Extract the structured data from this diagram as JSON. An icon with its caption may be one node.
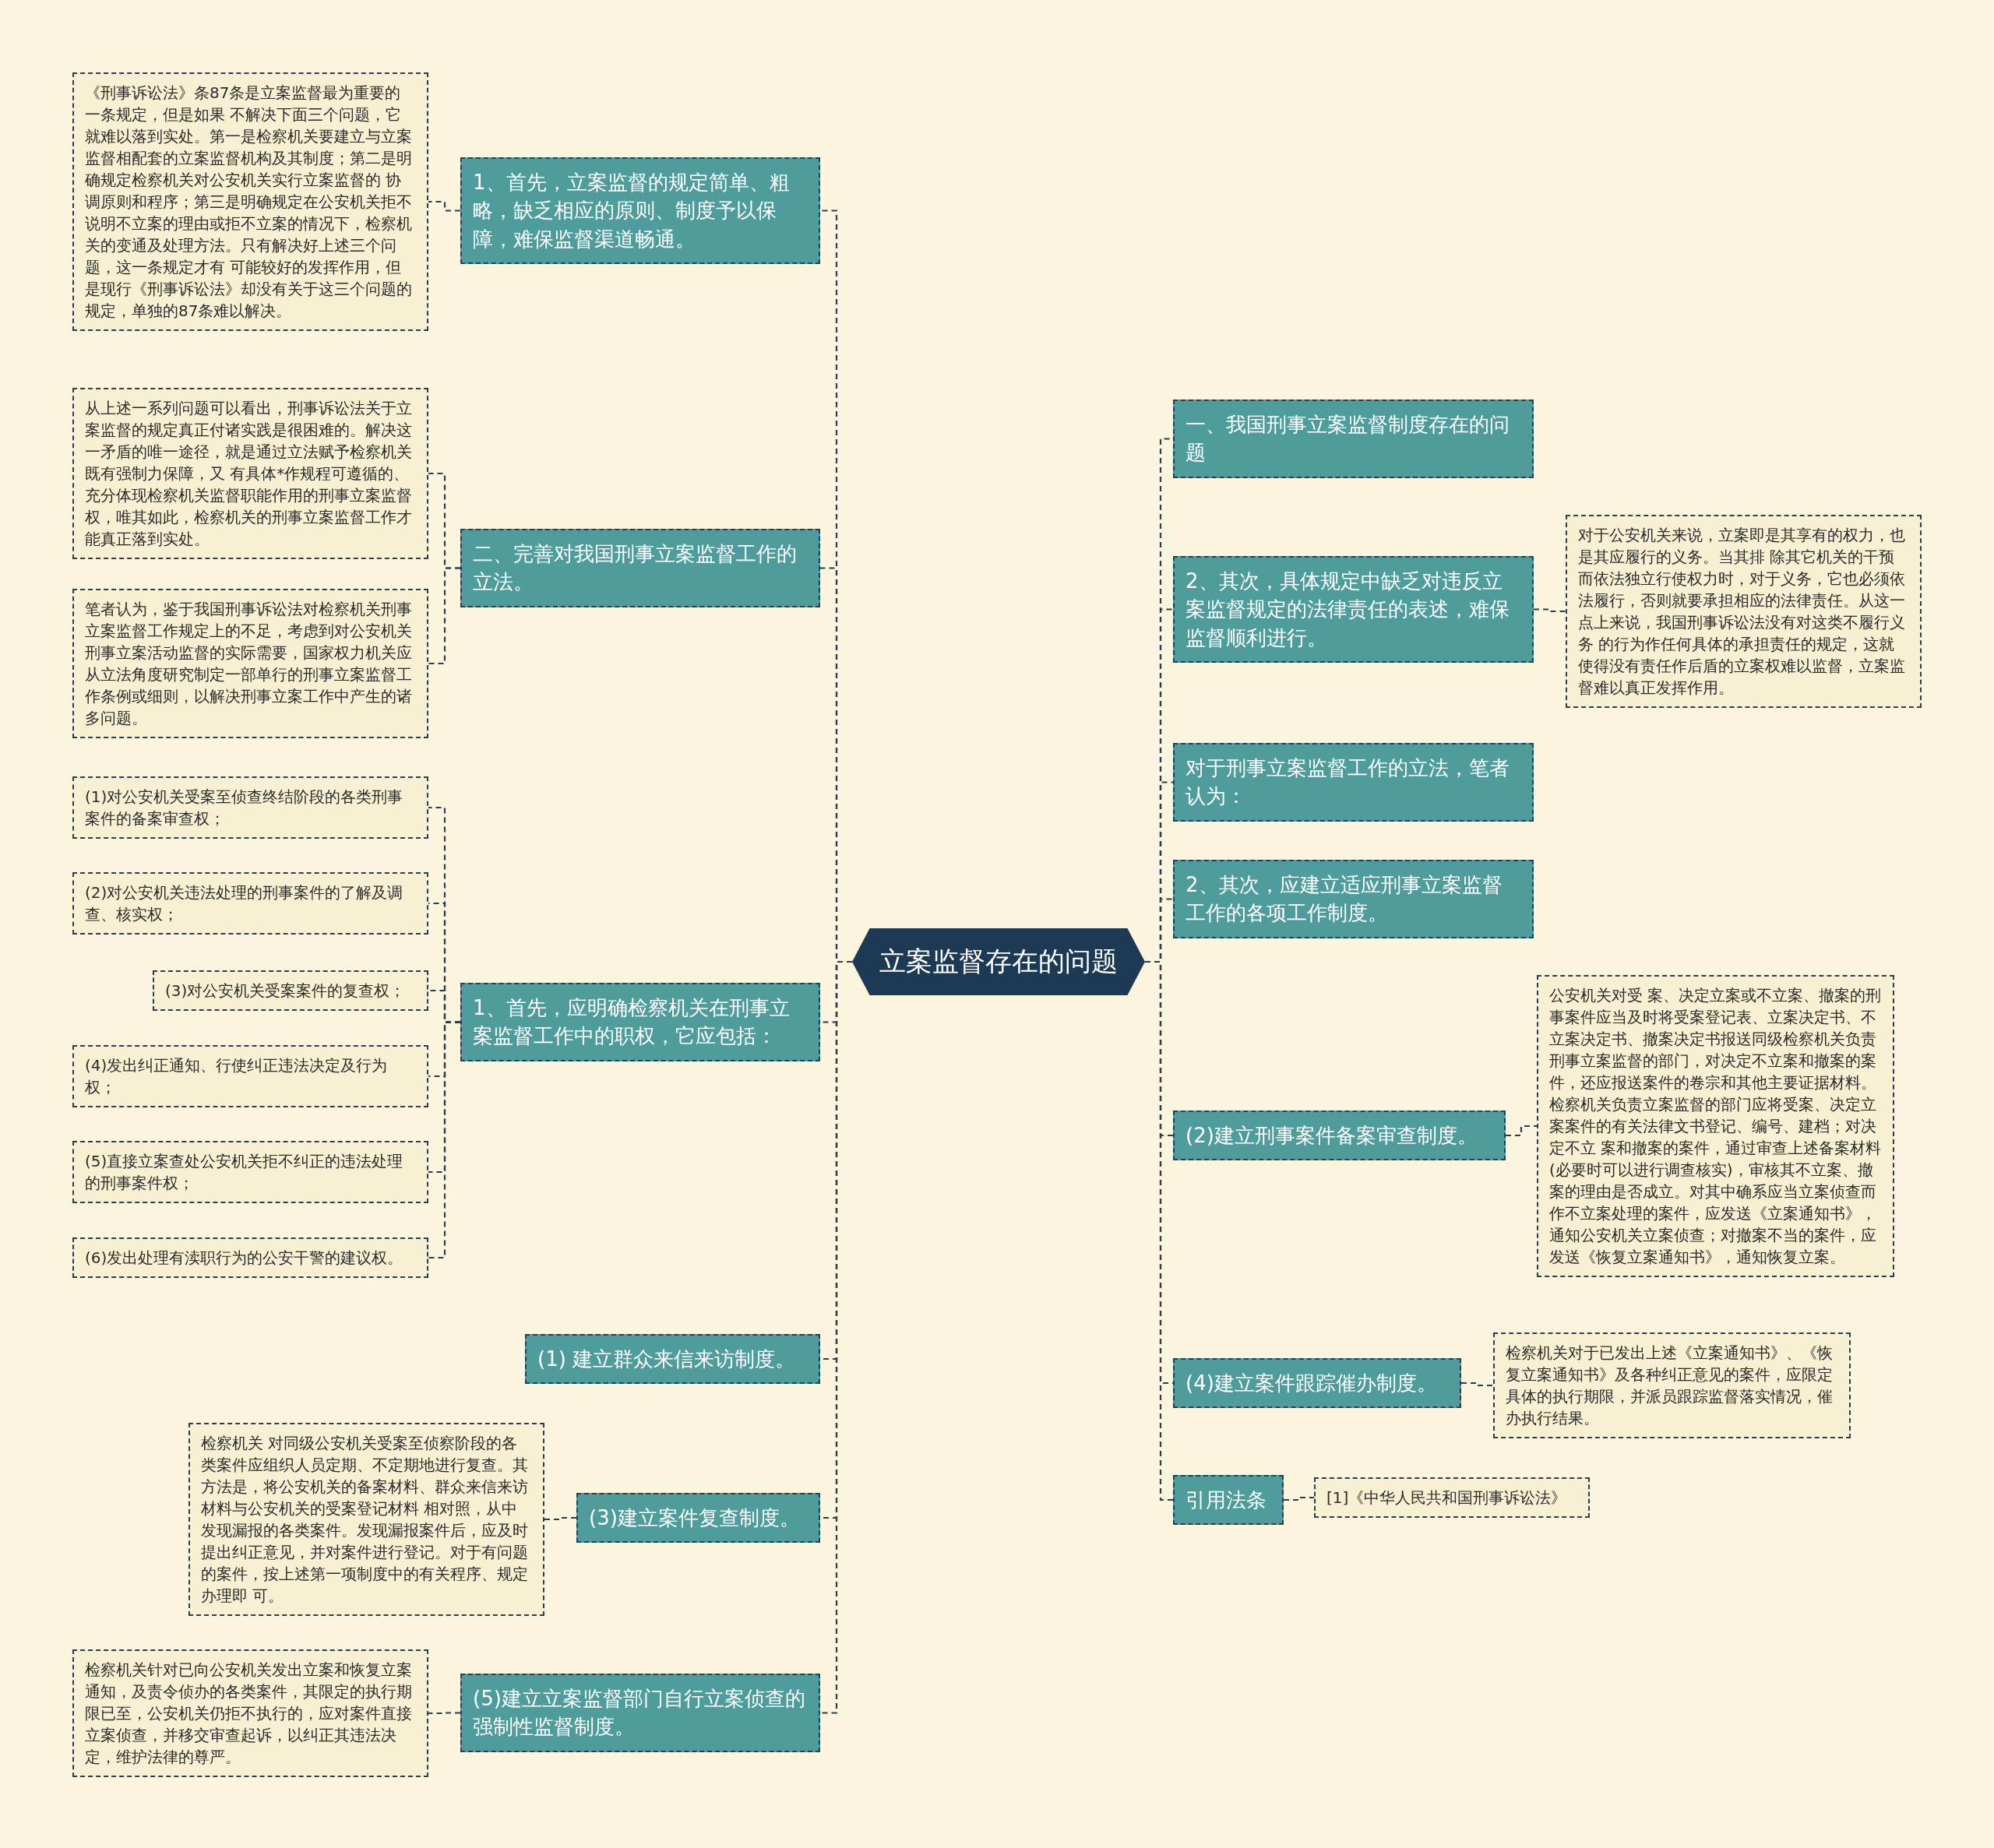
{
  "diagram": {
    "nodes": [
      {
        "text": [
          "立案监督存在的问题"
        ]
      },
      {
        "text": [
          "1、首先，立案监督的规定简单、粗略，缺乏相应的原则、制度予以保障，难保监督渠道畅通。"
        ]
      },
      {
        "text": [
          "《刑事诉讼法》条87条是立案监督最为重要的一条规定，但是如果 不解决下面三个问题，它就难以落到实处。第一是检察机关要建立与立案监督相配套的立案监督机构及其制度；第二是明确规定检察机关对公安机关实行立案监督的 协调原则和程序；第三是明确规定在公安机关拒不说明不立案的理由或拒不立案的情况下，检察机关的变通及处理方法。只有解决好上述三个问题，这一条规定才有 可能较好的发挥作用，但是现行《刑事诉讼法》却没有关于这三个问题的规定，单独的87条难以解决。"
        ]
      },
      {
        "text": [
          "二、完善对我国刑事立案监督工作的立法。"
        ]
      },
      {
        "text": [
          "从上述一系列问题可以看出，刑事诉讼法关于立案监督的规定真正付诸实践是很困难的。解决这一矛盾的唯一途径，就是通过立法赋予检察机关既有强制力保障，又 有具体*作规程可遵循的、充分体现检察机关监督职能作用的刑事立案监督权，唯其如此，检察机关的刑事立案监督工作才能真正落到实处。"
        ]
      },
      {
        "text": [
          "笔者认为，鉴于我国刑事诉讼法对检察机关刑事立案监督工作规定上的不足，考虑到对公安机关刑事立案活动监督的实际需要，国家权力机关应从立法角度研究制定一部单行的刑事立案监督工作条例或细则，以解决刑事立案工作中产生的诸多问题。"
        ]
      },
      {
        "text": [
          "1、首先，应明确检察机关在刑事立案监督工作中的职权，它应包括："
        ]
      },
      {
        "text": [
          "(1)对公安机关受案至侦查终结阶段的各类刑事案件的备案审查权；"
        ]
      },
      {
        "text": [
          "(2)对公安机关违法处理的刑事案件的了解及调查、核实权；"
        ]
      },
      {
        "text": [
          "(3)对公安机关受案案件的复查权；"
        ]
      },
      {
        "text": [
          "(4)发出纠正通知、行使纠正违法决定及行为权；"
        ]
      },
      {
        "text": [
          "(5)直接立案查处公安机关拒不纠正的违法处理的刑事案件权；"
        ]
      },
      {
        "text": [
          "(6)发出处理有渎职行为的公安干警的建议权。"
        ]
      },
      {
        "text": [
          "(1) 建立群众来信来访制度。"
        ]
      },
      {
        "text": [
          "(3)建立案件复查制度。"
        ]
      },
      {
        "text": [
          "检察机关 对同级公安机关受案至侦察阶段的各类案件应组织人员定期、不定期地进行复查。其方法是，将公安机关的备案材料、群众来信来访材料与公安机关的受案登记材料 相对照，从中发现漏报的各类案件。发现漏报案件后，应及时提出纠正意见，并对案件进行登记。对于有问题的案件，按上述第一项制度中的有关程序、规定办理即 可。"
        ]
      },
      {
        "text": [
          "(5)建立立案监督部门自行立案侦查的强制性监督制度。"
        ]
      },
      {
        "text": [
          "检察机关针对已向公安机关发出立案和恢复立案通知，及责令侦办的各类案件，其限定的执行期限已至，公安机关仍拒不执行的，应对案件直接立案侦查，并移交审查起诉，以纠正其违法决定，维护法律的尊严。"
        ]
      },
      {
        "text": [
          " 一、我国刑事立案监督制度存在的问题"
        ]
      },
      {
        "text": [
          "2、其次，具体规定中缺乏对违反立案监督规定的法律责任的表述，难保监督顺利进行。"
        ]
      },
      {
        "text": [
          "对于公安机关来说，立案即是其享有的权力，也是其应履行的义务。当其排 除其它机关的干预而依法独立行使权力时，对于义务，它也必须依法履行，否则就要承担相应的法律责任。从这一点上来说，我国刑事诉讼法没有对这类不履行义务 的行为作任何具体的承担责任的规定，这就使得没有责任作后盾的立案权难以监督，立案监督难以真正发挥作用。"
        ]
      },
      {
        "text": [
          "对于刑事立案监督工作的立法，笔者认为："
        ]
      },
      {
        "text": [
          "2、其次，应建立适应刑事立案监督工作的各项工作制度。"
        ]
      },
      {
        "text": [
          "(2)建立刑事案件备案审查制度。"
        ]
      },
      {
        "text": [
          "公安机关对受 案、决定立案或不立案、撤案的刑事案件应当及时将受案登记表、立案决定书、不立案决定书、撤案决定书报送同级检察机关负责刑事立案监督的部门，对决定不立案和撤案的案件，还应报送案件的卷宗和其他主要证据材料。检察机关负责立案监督的部门应将受案、决定立案案件的有关法律文书登记、编号、建档；对决定不立 案和撤案的案件，通过审查上述备案材料(必要时可以进行调查核实)，审核其不立案、撤案的理由是否成立。对其中确系应当立案侦查而作不立案处理的案件，应发送《立案通知书》，通知公安机关立案侦查；对撤案不当的案件，应发送《恢复立案通知书》，通知恢复立案。"
        ]
      },
      {
        "text": [
          "(4)建立案件跟踪催办制度。"
        ]
      },
      {
        "text": [
          "检察机关对于已发出上述《立案通知书》、《恢复立案通知书》及各种纠正意见的案件，应限定具体的执行期限，并派员跟踪监督落实情况，催办执行结果。"
        ]
      },
      {
        "text": [
          "引用法条"
        ]
      },
      {
        "text": [
          "[1]《中华人民共和国刑事诉讼法》"
        ]
      }
    ],
    "edges": [
      {
        "from": 0,
        "to": 1,
        "arrow": "none"
      },
      {
        "from": 1,
        "to": 2,
        "arrow": "none"
      },
      {
        "from": 0,
        "to": 3,
        "arrow": "none"
      },
      {
        "from": 3,
        "to": 4,
        "arrow": "none"
      },
      {
        "from": 3,
        "to": 5,
        "arrow": "none"
      },
      {
        "from": 0,
        "to": 6,
        "arrow": "none"
      },
      {
        "from": 6,
        "to": 7,
        "arrow": "none"
      },
      {
        "from": 6,
        "to": 8,
        "arrow": "none"
      },
      {
        "from": 6,
        "to": 9,
        "arrow": "none"
      },
      {
        "from": 6,
        "to": 10,
        "arrow": "none"
      },
      {
        "from": 6,
        "to": 11,
        "arrow": "none"
      },
      {
        "from": 6,
        "to": 12,
        "arrow": "none"
      },
      {
        "from": 0,
        "to": 13,
        "arrow": "none"
      },
      {
        "from": 0,
        "to": 14,
        "arrow": "none"
      },
      {
        "from": 14,
        "to": 15,
        "arrow": "none"
      },
      {
        "from": 0,
        "to": 16,
        "arrow": "none"
      },
      {
        "from": 16,
        "to": 17,
        "arrow": "none"
      },
      {
        "from": 0,
        "to": 18,
        "arrow": "none"
      },
      {
        "from": 0,
        "to": 19,
        "arrow": "none"
      },
      {
        "from": 19,
        "to": 20,
        "arrow": "none"
      },
      {
        "from": 0,
        "to": 21,
        "arrow": "none"
      },
      {
        "from": 0,
        "to": 22,
        "arrow": "none"
      },
      {
        "from": 0,
        "to": 23,
        "arrow": "none"
      },
      {
        "from": 23,
        "to": 24,
        "arrow": "none"
      },
      {
        "from": 0,
        "to": 25,
        "arrow": "none"
      },
      {
        "from": 25,
        "to": 26,
        "arrow": "none"
      },
      {
        "from": 0,
        "to": 27,
        "arrow": "none"
      },
      {
        "from": 27,
        "to": 28,
        "arrow": "none"
      }
    ]
  }
}
